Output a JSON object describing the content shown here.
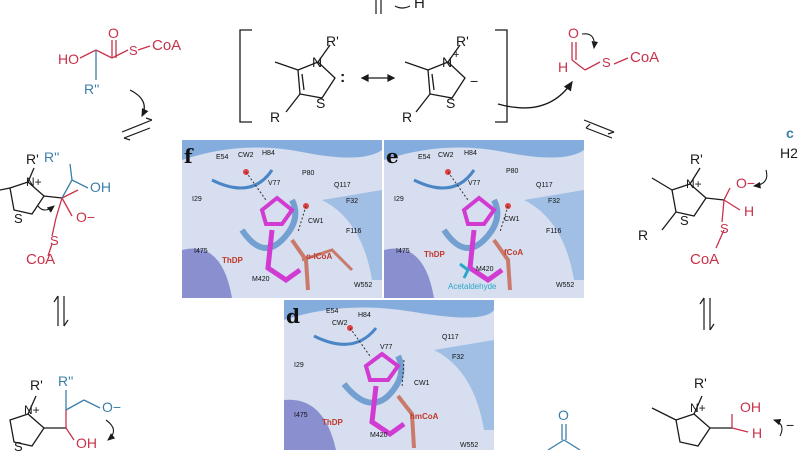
{
  "colors": {
    "black": "#1a1a1a",
    "red": "#c8324a",
    "blue": "#3d7fa8",
    "thdp_magenta": "#d23bd2",
    "protein_blue": "#4a86c5",
    "cyan": "#2aa7c9"
  },
  "top_fragment": {
    "text": "H"
  },
  "center_box": {
    "left_structure": {
      "n_label": "N",
      "r_prime": "R'",
      "s_label": "S",
      "r_label": "R",
      "carbene": ":"
    },
    "right_structure": {
      "n_label": "N",
      "plus": "+",
      "r_prime": "R'",
      "s_label": "S",
      "r_label": "R",
      "minus": "−"
    }
  },
  "formyl_coa": {
    "o": "O",
    "h": "H",
    "s": "S",
    "coa": "CoA"
  },
  "top_left_substrate": {
    "ho": "HO",
    "o": "O",
    "s": "S",
    "coa": "CoA",
    "r_dprime": "R''"
  },
  "left_mid_intermediate": {
    "r_prime": "R'",
    "r_dprime": "R''",
    "n_plus": "N+",
    "oh": "OH",
    "o_minus": "O−",
    "s": "S",
    "s_ring": "S",
    "coa": "CoA"
  },
  "left_bottom_intermediate": {
    "r_prime": "R'",
    "r_dprime": "R''",
    "n_plus": "N+",
    "o_minus": "O−",
    "oh": "OH",
    "s_ring": "S"
  },
  "right_mid_intermediate": {
    "r_prime": "R'",
    "n_plus": "N+",
    "o_minus": "O−",
    "h": "H",
    "s_ring": "S",
    "s": "S",
    "coa": "CoA",
    "r_label": "R",
    "partial_c": "c",
    "partial_h2": "H2"
  },
  "right_bottom_intermediate": {
    "r_prime": "R'",
    "n_plus": "N+",
    "oh": "OH",
    "h": "H",
    "minus": "−"
  },
  "bottom_center_partial": {
    "o": "O"
  },
  "panels": [
    {
      "id": "f",
      "label": "f",
      "residues": [
        "E54",
        "CW2",
        "H84",
        "V77",
        "P80",
        "Q117",
        "I29",
        "CW1",
        "F32",
        "F116",
        "I475",
        "M420",
        "W552"
      ],
      "ligands": [
        "ThDP",
        "o-lCoA"
      ],
      "extra_label": ""
    },
    {
      "id": "e",
      "label": "e",
      "residues": [
        "E54",
        "CW2",
        "H84",
        "V77",
        "P80",
        "Q117",
        "I29",
        "CW1",
        "F32",
        "F116",
        "I475",
        "M420",
        "W552"
      ],
      "ligands": [
        "ThDP",
        "fCoA"
      ],
      "extra_label": "Acetaldehyde"
    },
    {
      "id": "d",
      "label": "d",
      "residues": [
        "E54",
        "CW2",
        "H84",
        "V77",
        "Q117",
        "I29",
        "F32",
        "CW1",
        "I475",
        "M420",
        "W552"
      ],
      "ligands": [
        "ThDP",
        "hmCoA"
      ],
      "extra_label": ""
    }
  ]
}
